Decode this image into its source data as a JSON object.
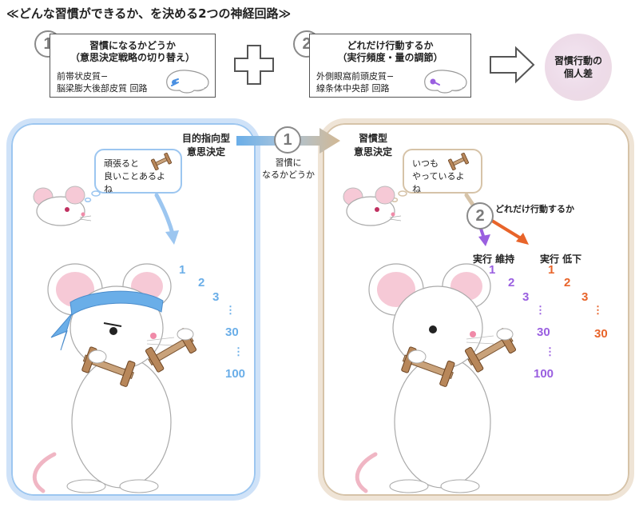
{
  "title": "≪どんな習慣ができるか、を決める2つの神経回路≫",
  "top": {
    "box1": {
      "number": "1",
      "head1": "習慣になるかどうか",
      "head2": "（意思決定戦略の切り替え）",
      "sub1": "前帯状皮質−",
      "sub2": "脳梁膨大後部皮質 回路"
    },
    "box2": {
      "number": "2",
      "head1": "どれだけ行動するか",
      "head2": "（実行頻度・量の調節）",
      "sub1": "外側眼窩前頭皮質−",
      "sub2": "線条体中央部 回路"
    },
    "result1": "習慣行動の",
    "result2": "個人差"
  },
  "left_panel": {
    "label1": "目的指向型",
    "label2": "意思決定",
    "bubble1": "頑張ると",
    "bubble2": "良いことあるよね",
    "counts": [
      "1",
      "2",
      "3",
      "30",
      "100"
    ]
  },
  "middle": {
    "number": "1",
    "label1": "習慣に",
    "label2": "なるかどうか"
  },
  "right_panel": {
    "label1": "習慣型",
    "label2": "意思決定",
    "bubble1": "いつも",
    "bubble2": "やっているよね",
    "number": "2",
    "branch_label": "どれだけ行動するか",
    "keep_label": "実行 維持",
    "drop_label": "実行 低下",
    "keep_counts": [
      "1",
      "2",
      "3",
      "30",
      "100"
    ],
    "drop_counts": [
      "1",
      "2",
      "3",
      "30"
    ]
  },
  "colors": {
    "goal_blue": "#6aaee8",
    "habit_tan": "#c9b08f",
    "keep_purple": "#9a5fe0",
    "drop_orange": "#e8642a"
  },
  "icons": [
    "plus-icon",
    "right-arrow-icon",
    "brain-icon",
    "mouse-icon",
    "dumbbell-icon"
  ]
}
